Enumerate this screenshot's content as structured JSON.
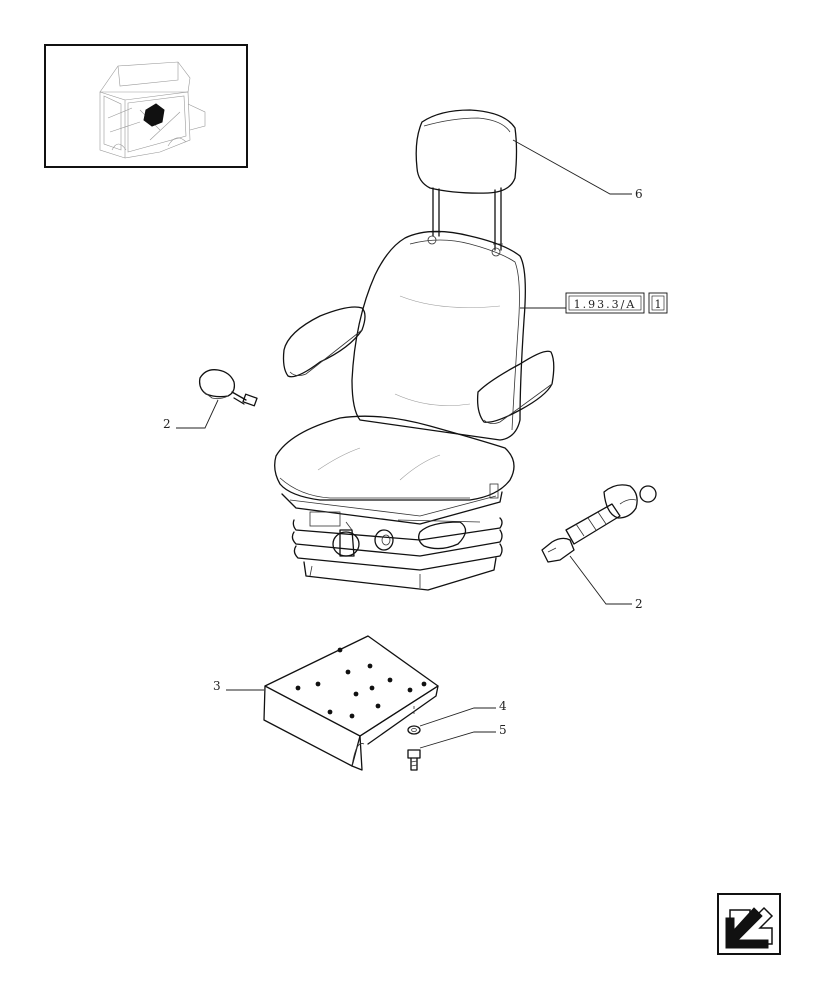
{
  "callouts": {
    "headrest": "6",
    "reference_code": "1.93.3/A",
    "reference_sheet": "1",
    "seat_belt_buckle": "2",
    "seat_belt_strap": "2",
    "mounting_plate": "3",
    "washer": "4",
    "screw": "5"
  },
  "icons": {
    "tractor_thumbnail": "tractor-cab-location-icon",
    "nav_button": "arrow-prev-page-icon"
  }
}
